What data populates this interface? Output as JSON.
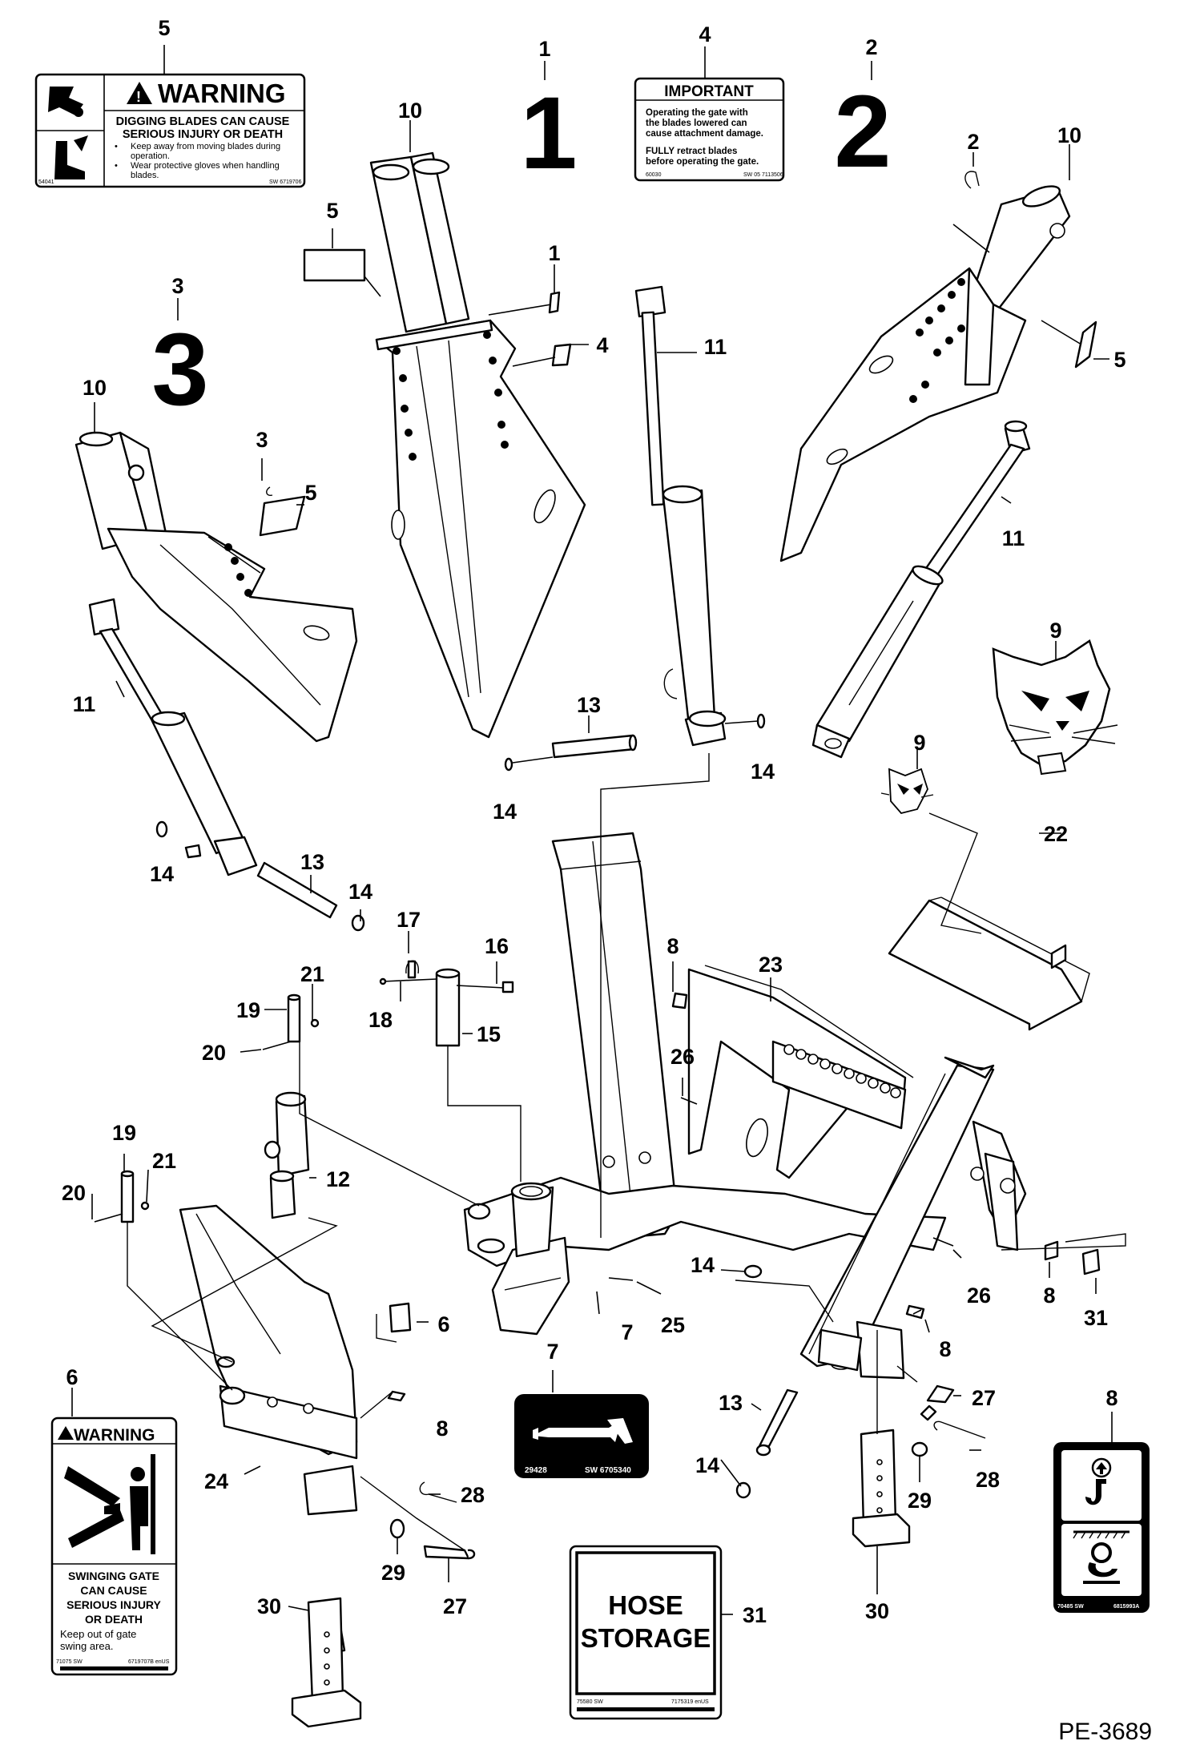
{
  "figure_ref": "PE-3689",
  "callouts": [
    {
      "id": "c5a",
      "text": "5"
    },
    {
      "id": "c1a",
      "text": "1"
    },
    {
      "id": "c4a",
      "text": "4"
    },
    {
      "id": "c2a",
      "text": "2"
    },
    {
      "id": "c10a",
      "text": "10"
    },
    {
      "id": "c2b",
      "text": "2"
    },
    {
      "id": "c10b",
      "text": "10"
    },
    {
      "id": "c5b",
      "text": "5"
    },
    {
      "id": "c1b",
      "text": "1"
    },
    {
      "id": "c3a",
      "text": "3"
    },
    {
      "id": "c4b",
      "text": "4"
    },
    {
      "id": "c11a",
      "text": "11"
    },
    {
      "id": "c5c",
      "text": "5"
    },
    {
      "id": "c10c",
      "text": "10"
    },
    {
      "id": "c3b",
      "text": "3"
    },
    {
      "id": "c5d",
      "text": "5"
    },
    {
      "id": "c11b",
      "text": "11"
    },
    {
      "id": "c11c",
      "text": "11"
    },
    {
      "id": "c9a",
      "text": "9"
    },
    {
      "id": "c13a",
      "text": "13"
    },
    {
      "id": "c14a",
      "text": "14"
    },
    {
      "id": "c14b",
      "text": "14"
    },
    {
      "id": "c9b",
      "text": "9"
    },
    {
      "id": "c22",
      "text": "22"
    },
    {
      "id": "c14c",
      "text": "14"
    },
    {
      "id": "c13b",
      "text": "13"
    },
    {
      "id": "c14d",
      "text": "14"
    },
    {
      "id": "c17",
      "text": "17"
    },
    {
      "id": "c16",
      "text": "16"
    },
    {
      "id": "c8a",
      "text": "8"
    },
    {
      "id": "c23",
      "text": "23"
    },
    {
      "id": "c21a",
      "text": "21"
    },
    {
      "id": "c19a",
      "text": "19"
    },
    {
      "id": "c18",
      "text": "18"
    },
    {
      "id": "c15",
      "text": "15"
    },
    {
      "id": "c20a",
      "text": "20"
    },
    {
      "id": "c26a",
      "text": "26"
    },
    {
      "id": "c19b",
      "text": "19"
    },
    {
      "id": "c21b",
      "text": "21"
    },
    {
      "id": "c12",
      "text": "12"
    },
    {
      "id": "c20b",
      "text": "20"
    },
    {
      "id": "c14e",
      "text": "14"
    },
    {
      "id": "c26b",
      "text": "26"
    },
    {
      "id": "c8b",
      "text": "8"
    },
    {
      "id": "c31a",
      "text": "31"
    },
    {
      "id": "c6a",
      "text": "6"
    },
    {
      "id": "c7a",
      "text": "7"
    },
    {
      "id": "c25",
      "text": "25"
    },
    {
      "id": "c8c",
      "text": "8"
    },
    {
      "id": "c7b",
      "text": "7"
    },
    {
      "id": "c6b",
      "text": "6"
    },
    {
      "id": "c8d",
      "text": "8"
    },
    {
      "id": "c13c",
      "text": "13"
    },
    {
      "id": "c27a",
      "text": "27"
    },
    {
      "id": "c8e",
      "text": "8"
    },
    {
      "id": "c24",
      "text": "24"
    },
    {
      "id": "c28a",
      "text": "28"
    },
    {
      "id": "c14f",
      "text": "14"
    },
    {
      "id": "c29a",
      "text": "29"
    },
    {
      "id": "c28b",
      "text": "28"
    },
    {
      "id": "c29b",
      "text": "29"
    },
    {
      "id": "c30a",
      "text": "30"
    },
    {
      "id": "c27b",
      "text": "27"
    },
    {
      "id": "c31b",
      "text": "31"
    },
    {
      "id": "c30b",
      "text": "30"
    }
  ],
  "big_callouts": {
    "one": "1",
    "two": "2",
    "three": "3"
  },
  "decals": {
    "warning_digging": {
      "title": "WARNING",
      "line1": "DIGGING BLADES CAN CAUSE",
      "line2": "SERIOUS INJURY OR DEATH",
      "bullet1a": "Keep away from moving blades during",
      "bullet1b": "operation.",
      "bullet2a": "Wear protective gloves when handling",
      "bullet2b": "blades.",
      "code_left": "54041",
      "code_right": "SW 6719706"
    },
    "important": {
      "title": "IMPORTANT",
      "l1": "Operating the gate with",
      "l2": "the blades lowered can",
      "l3": "cause attachment damage.",
      "l4": "FULLY retract blades",
      "l5": "before operating the gate.",
      "code_left": "60030",
      "code_right": "SW 05 7113506"
    },
    "warning_gate": {
      "title": "WARNING",
      "l1": "SWINGING GATE",
      "l2": "CAN CAUSE",
      "l3": "SERIOUS INJURY",
      "l4": "OR DEATH",
      "l5": "Keep out of gate",
      "l6": "swing area.",
      "code_left": "71075 SW",
      "code_right": "6719707B enUS"
    },
    "grease": {
      "code_left": "29428",
      "code_right": "SW 6705340"
    },
    "lift": {
      "code_left": "70485 SW",
      "code_right": "6815993A"
    },
    "hose_storage": {
      "l1": "HOSE",
      "l2": "STORAGE",
      "code_left": "75580 SW",
      "code_right": "7175319 enUS"
    }
  }
}
